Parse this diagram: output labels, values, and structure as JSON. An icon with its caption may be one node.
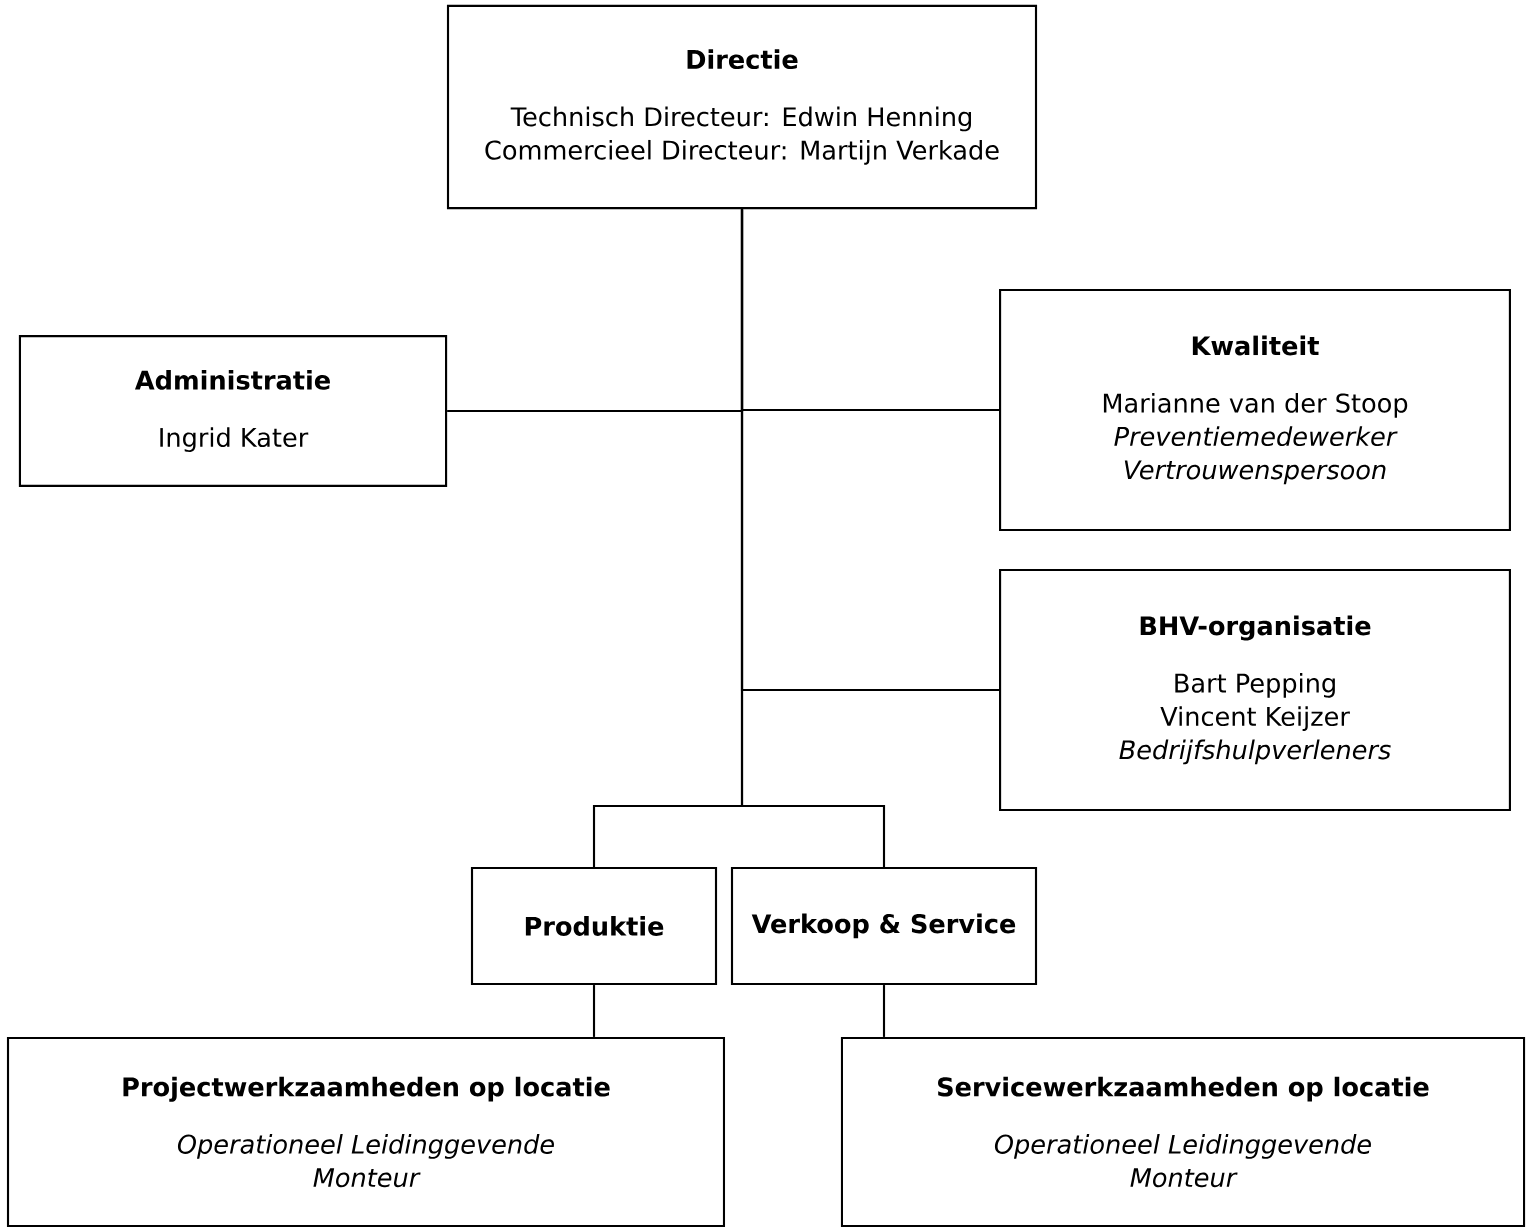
{
  "diagram": {
    "nodes": [
      {
        "text": [
          "Directie",
          "Technisch Directeur: Edwin Henning",
          "Commercieel Directeur: Martijn Verkade"
        ]
      },
      {
        "text": [
          "Administratie",
          "Ingrid Kater"
        ]
      },
      {
        "text": [
          "Kwaliteit",
          "Marianne van der Stoop",
          "Preventiemedewerker",
          "Vertrouwenspersoon"
        ]
      },
      {
        "text": [
          "BHV-organisatie",
          "Bart Pepping",
          "Vincent Keijzer",
          "Bedrijfshulpverleners"
        ]
      },
      {
        "text": [
          "Produktie"
        ]
      },
      {
        "text": [
          "Verkoop & Service"
        ]
      },
      {
        "text": [
          "Projectwerkzaamheden op locatie",
          "Operationeel Leidinggevende",
          "Monteur"
        ]
      },
      {
        "text": [
          "Servicewerkzaamheden op locatie",
          "Operationeel Leidinggevende",
          "Monteur"
        ]
      }
    ],
    "edges": [
      {
        "from": 0,
        "to": 1,
        "arrow": "none"
      },
      {
        "from": 0,
        "to": 2,
        "arrow": "none"
      },
      {
        "from": 0,
        "to": 3,
        "arrow": "none"
      },
      {
        "from": 0,
        "to": 4,
        "arrow": "none"
      },
      {
        "from": 0,
        "to": 5,
        "arrow": "none"
      },
      {
        "from": 4,
        "to": 6,
        "arrow": "none"
      },
      {
        "from": 5,
        "to": 7,
        "arrow": "none"
      }
    ]
  }
}
